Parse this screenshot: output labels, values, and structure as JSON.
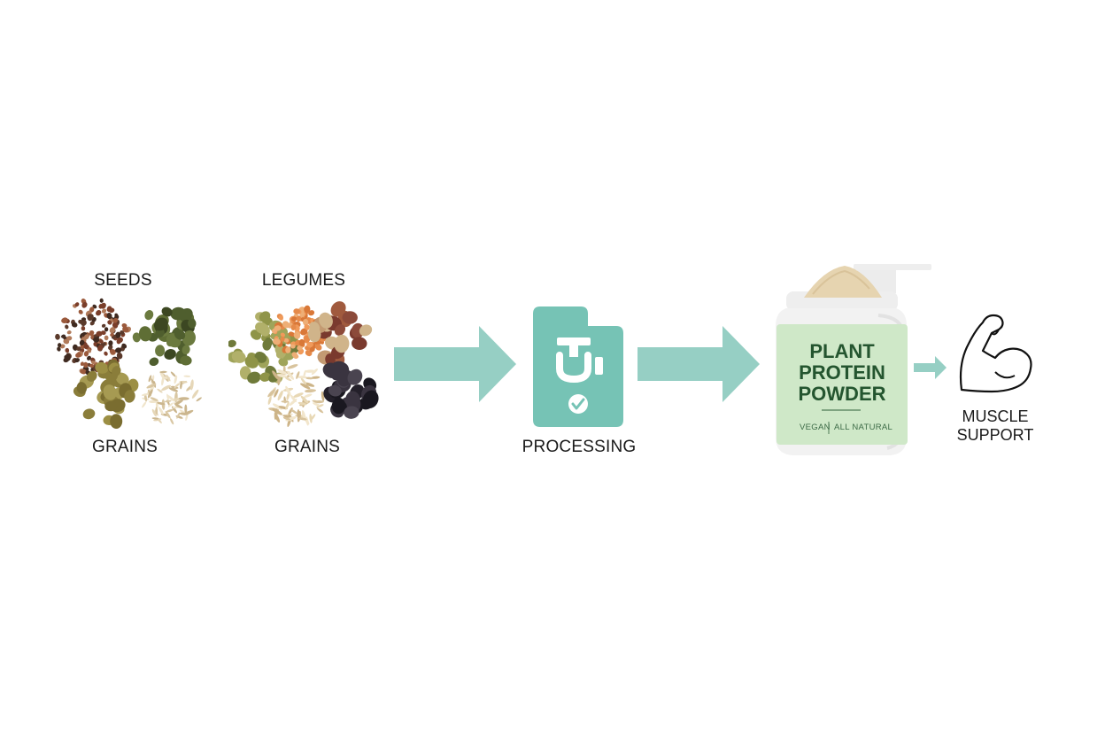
{
  "stage1": {
    "label_top": "SEEDS",
    "label_bottom": "GRAINS"
  },
  "stage2": {
    "label_top": "LEGUMES",
    "label_bottom": "GRAINS"
  },
  "stage3": {
    "label": "PROCESSING"
  },
  "product": {
    "title_line1": "PLANT",
    "title_line2": "PROTEIN",
    "title_line3": "POWDER",
    "tag_left": "VEGAN",
    "tag_right": "ALL NATURAL"
  },
  "outcome": {
    "label_line1": "MUSCLE",
    "label_line2": "SUPPORT"
  },
  "colors": {
    "arrow": "#96cfc4",
    "machine": "#76c3b5",
    "jar_label": "#cfe8c8",
    "text": "#1a1a1a",
    "jar_title": "#24552f"
  }
}
